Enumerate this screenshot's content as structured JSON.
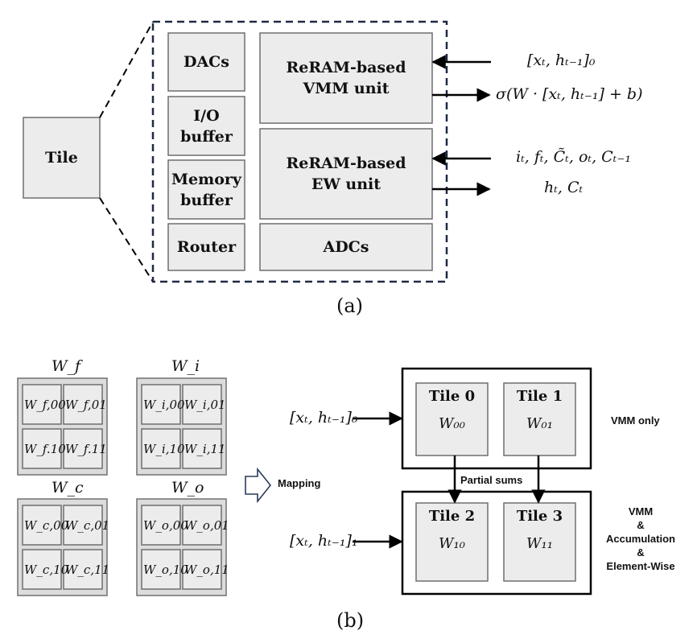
{
  "part_a": {
    "tile_label": "Tile",
    "blocks": {
      "dacs": "DACs",
      "io_buffer_line1": "I/O",
      "io_buffer_line2": "buffer",
      "memory_buffer_line1": "Memory",
      "memory_buffer_line2": "buffer",
      "router": "Router",
      "vmm_line1": "ReRAM-based",
      "vmm_line2": "VMM unit",
      "ew_line1": "ReRAM-based",
      "ew_line2": "EW unit",
      "adcs": "ADCs"
    },
    "signals": {
      "vmm_in": "[xₜ, hₜ₋₁]₀",
      "vmm_out": "σ(W · [xₜ, hₜ₋₁] + b)",
      "ew_in": "iₜ, fₜ, C̃ₜ, oₜ, Cₜ₋₁",
      "ew_out": "hₜ, Cₜ"
    },
    "caption": "(a)"
  },
  "part_b": {
    "matrices": [
      {
        "title": "W_f",
        "cells": [
          "W_f,00",
          "W_f,01",
          "W_f.10",
          "W_f.11"
        ]
      },
      {
        "title": "W_i",
        "cells": [
          "W_i,00",
          "W_i,01",
          "W_i,10",
          "W_i,11"
        ]
      },
      {
        "title": "W_c",
        "cells": [
          "W_c,00",
          "W_c,01",
          "W_c,10",
          "W_c,11"
        ]
      },
      {
        "title": "W_o",
        "cells": [
          "W_o,00",
          "W_o,01",
          "W_o,10",
          "W_o,11"
        ]
      }
    ],
    "mapping_label": "Mapping",
    "input0": "[xₜ, hₜ₋₁]₀",
    "input1": "[xₜ, hₜ₋₁]₁",
    "tiles": [
      {
        "name": "Tile 0",
        "weight": "W₀₀"
      },
      {
        "name": "Tile 1",
        "weight": "W₀₁"
      },
      {
        "name": "Tile 2",
        "weight": "W₁₀"
      },
      {
        "name": "Tile 3",
        "weight": "W₁₁"
      }
    ],
    "partial_sums": "Partial sums",
    "vmm_only": "VMM only",
    "vmm_accum_lines": [
      "VMM",
      "&",
      "Accumulation",
      "&",
      "Element-Wise"
    ],
    "caption": "(b)"
  }
}
